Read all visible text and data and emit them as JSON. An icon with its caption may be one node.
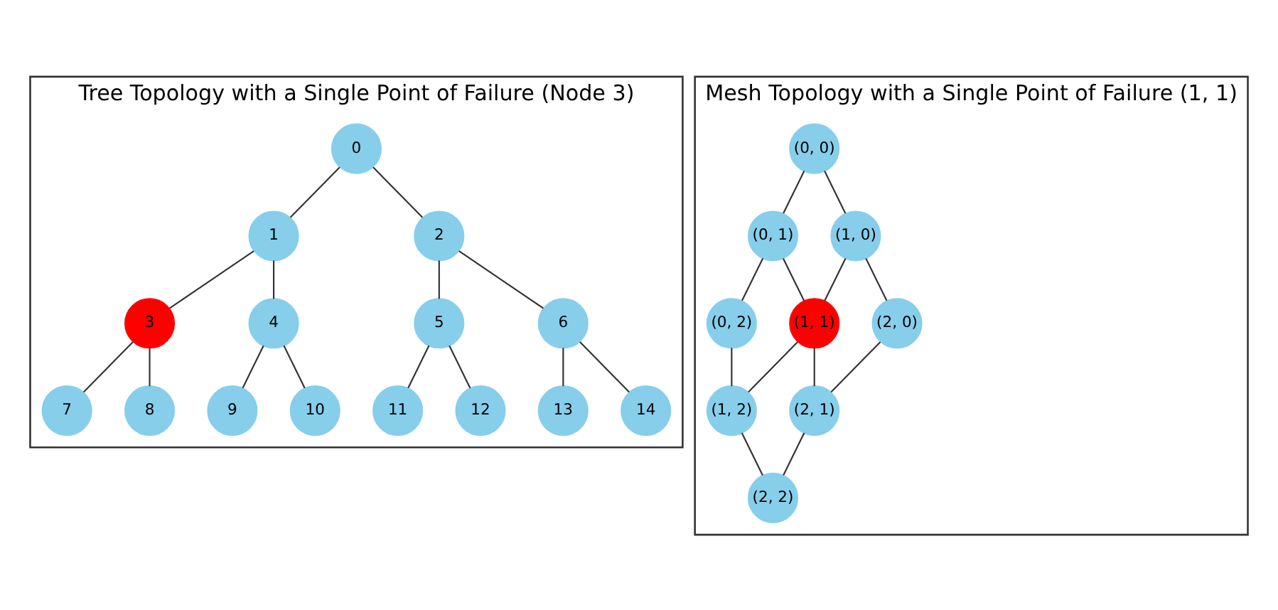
{
  "diagram": {
    "nodes": [
      {
        "text": [
          "Tree Topology with a Single Point of Failure (Node 3)"
        ]
      },
      {
        "text": [
          "0"
        ],
        "in": 0
      },
      {
        "text": [
          "1"
        ],
        "in": 0
      },
      {
        "text": [
          "2"
        ],
        "in": 0
      },
      {
        "text": [
          "3"
        ],
        "in": 0
      },
      {
        "text": [
          "4"
        ],
        "in": 0
      },
      {
        "text": [
          "5"
        ],
        "in": 0
      },
      {
        "text": [
          "6"
        ],
        "in": 0
      },
      {
        "text": [
          "7"
        ],
        "in": 0
      },
      {
        "text": [
          "8"
        ],
        "in": 0
      },
      {
        "text": [
          "9"
        ],
        "in": 0
      },
      {
        "text": [
          "10"
        ],
        "in": 0
      },
      {
        "text": [
          "11"
        ],
        "in": 0
      },
      {
        "text": [
          "12"
        ],
        "in": 0
      },
      {
        "text": [
          "13"
        ],
        "in": 0
      },
      {
        "text": [
          "14"
        ],
        "in": 0
      },
      {
        "text": [
          "Mesh Topology with a Single Point of Failure (1, 1)"
        ]
      },
      {
        "text": [
          "(0, 0)"
        ],
        "in": 16
      },
      {
        "text": [
          "(0, 1)"
        ],
        "in": 16
      },
      {
        "text": [
          "(0, 2)"
        ],
        "in": 16
      },
      {
        "text": [
          "(1, 0)"
        ],
        "in": 16
      },
      {
        "text": [
          "(1, 1)"
        ],
        "in": 16
      },
      {
        "text": [
          "(1, 2)"
        ],
        "in": 16
      },
      {
        "text": [
          "(2, 0)"
        ],
        "in": 16
      },
      {
        "text": [
          "(2, 1)"
        ],
        "in": 16
      },
      {
        "text": [
          "(2, 2)"
        ],
        "in": 16
      }
    ],
    "edges": [
      {
        "from": 1,
        "to": 2,
        "arrow": "none"
      },
      {
        "from": 1,
        "to": 3,
        "arrow": "none"
      },
      {
        "from": 2,
        "to": 4,
        "arrow": "none"
      },
      {
        "from": 2,
        "to": 5,
        "arrow": "none"
      },
      {
        "from": 4,
        "to": 8,
        "arrow": "none"
      },
      {
        "from": 4,
        "to": 9,
        "arrow": "none"
      },
      {
        "from": 5,
        "to": 10,
        "arrow": "none"
      },
      {
        "from": 5,
        "to": 11,
        "arrow": "none"
      },
      {
        "from": 3,
        "to": 6,
        "arrow": "none"
      },
      {
        "from": 3,
        "to": 7,
        "arrow": "none"
      },
      {
        "from": 6,
        "to": 12,
        "arrow": "none"
      },
      {
        "from": 6,
        "to": 13,
        "arrow": "none"
      },
      {
        "from": 7,
        "to": 14,
        "arrow": "none"
      },
      {
        "from": 7,
        "to": 15,
        "arrow": "none"
      },
      {
        "from": 17,
        "to": 18,
        "arrow": "none"
      },
      {
        "from": 17,
        "to": 20,
        "arrow": "none"
      },
      {
        "from": 18,
        "to": 19,
        "arrow": "none"
      },
      {
        "from": 18,
        "to": 21,
        "arrow": "none"
      },
      {
        "from": 19,
        "to": 22,
        "arrow": "none"
      },
      {
        "from": 20,
        "to": 21,
        "arrow": "none"
      },
      {
        "from": 20,
        "to": 23,
        "arrow": "none"
      },
      {
        "from": 21,
        "to": 22,
        "arrow": "none"
      },
      {
        "from": 21,
        "to": 24,
        "arrow": "none"
      },
      {
        "from": 22,
        "to": 25,
        "arrow": "none"
      },
      {
        "from": 23,
        "to": 24,
        "arrow": "none"
      },
      {
        "from": 24,
        "to": 25,
        "arrow": "none"
      }
    ]
  }
}
